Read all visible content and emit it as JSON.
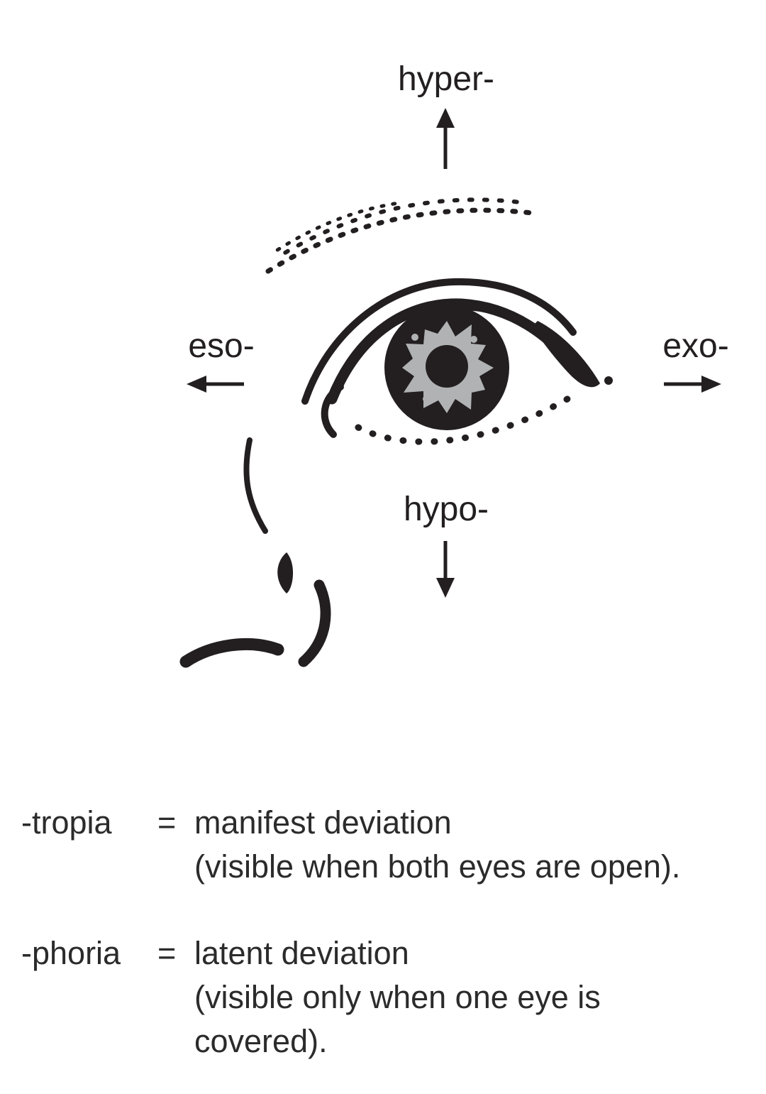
{
  "labels": {
    "hyper": "hyper-",
    "eso": "eso-",
    "exo": "exo-",
    "hypo": "hypo-"
  },
  "definitions": [
    {
      "term": "-tropia",
      "equals": "=",
      "lines": [
        "manifest deviation",
        "(visible when both eyes are open)."
      ]
    },
    {
      "term": "-phoria",
      "equals": "=",
      "lines": [
        "latent deviation",
        "(visible only when one eye is",
        "covered)."
      ]
    }
  ],
  "icons": {
    "up_arrow": "up-arrow-icon",
    "down_arrow": "down-arrow-icon",
    "left_arrow": "left-arrow-icon",
    "right_arrow": "right-arrow-icon"
  },
  "colors": {
    "ink": "#231f20",
    "iris_gray": "#b0b2b4",
    "background": "#ffffff"
  }
}
